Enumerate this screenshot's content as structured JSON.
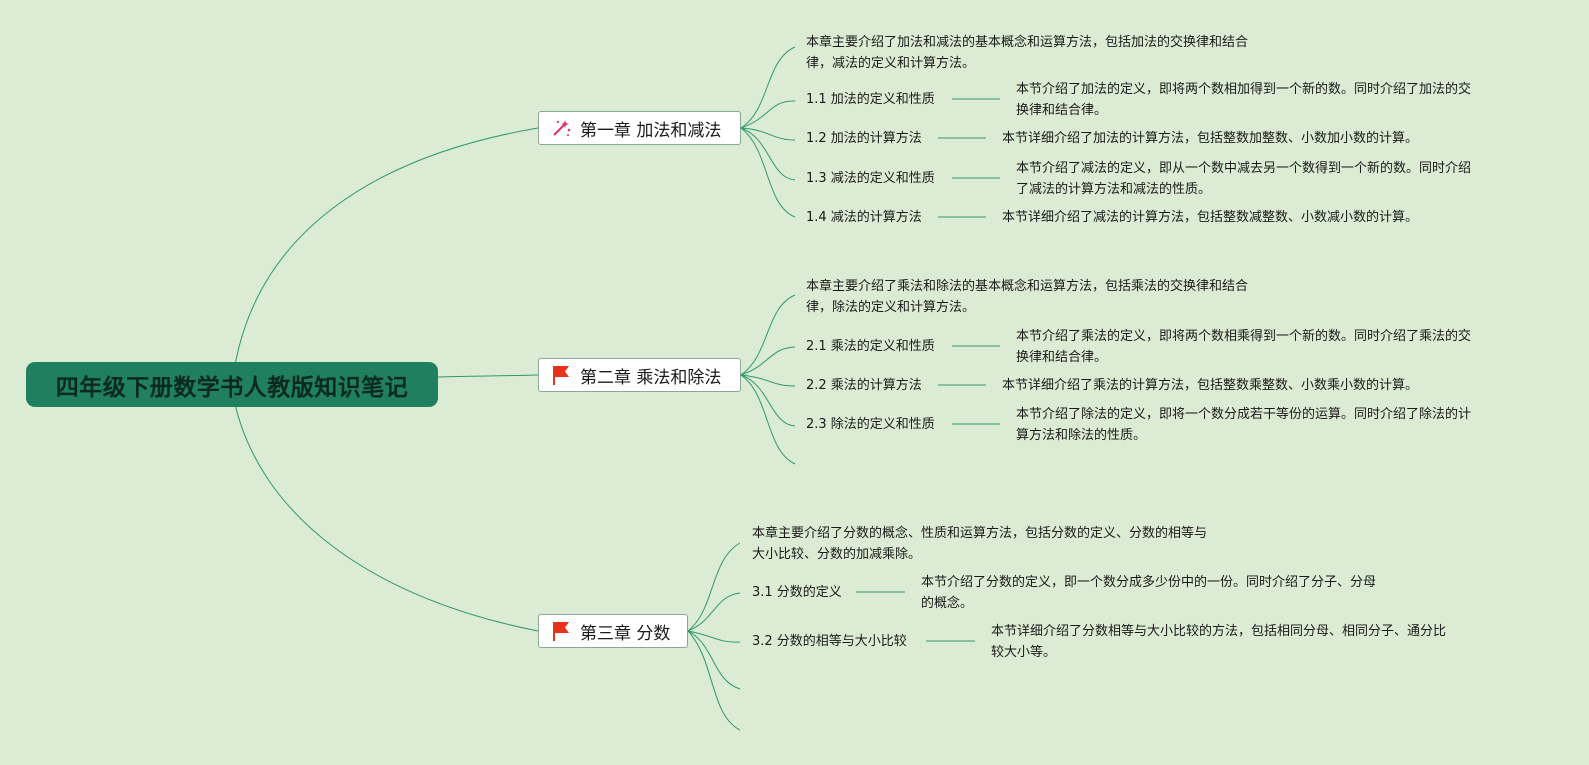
{
  "root": {
    "title": "四年级下册数学书人教版知识笔记"
  },
  "chapters": [
    {
      "title": "第一章 加法和减法",
      "icon": "sparkle-wand-icon",
      "summary": [
        "本章主要介绍了加法和减法的基本概念和运算方法，包括加法的交换律和结合",
        "律，减法的定义和计算方法。"
      ],
      "sections": [
        {
          "title": "1.1 加法的定义和性质",
          "desc": [
            "本节介绍了加法的定义，即将两个数相加得到一个新的数。同时介绍了加法的交",
            "换律和结合律。"
          ]
        },
        {
          "title": "1.2 加法的计算方法",
          "desc": [
            "本节详细介绍了加法的计算方法，包括整数加整数、小数加小数的计算。"
          ]
        },
        {
          "title": "1.3 减法的定义和性质",
          "desc": [
            "本节介绍了减法的定义，即从一个数中减去另一个数得到一个新的数。同时介绍",
            "了减法的计算方法和减法的性质。"
          ]
        },
        {
          "title": "1.4 减法的计算方法",
          "desc": [
            "本节详细介绍了减法的计算方法，包括整数减整数、小数减小数的计算。"
          ]
        }
      ]
    },
    {
      "title": "第二章 乘法和除法",
      "icon": "red-flag-icon",
      "summary": [
        "本章主要介绍了乘法和除法的基本概念和运算方法，包括乘法的交换律和结合",
        "律，除法的定义和计算方法。"
      ],
      "sections": [
        {
          "title": "2.1 乘法的定义和性质",
          "desc": [
            "本节介绍了乘法的定义，即将两个数相乘得到一个新的数。同时介绍了乘法的交",
            "换律和结合律。"
          ]
        },
        {
          "title": "2.2 乘法的计算方法",
          "desc": [
            "本节详细介绍了乘法的计算方法，包括整数乘整数、小数乘小数的计算。"
          ]
        },
        {
          "title": "2.3 除法的定义和性质",
          "desc": [
            "本节介绍了除法的定义，即将一个数分成若干等份的运算。同时介绍了除法的计",
            "算方法和除法的性质。"
          ]
        }
      ]
    },
    {
      "title": "第三章 分数",
      "icon": "red-flag-icon",
      "summary": [
        "本章主要介绍了分数的概念、性质和运算方法，包括分数的定义、分数的相等与",
        "大小比较、分数的加减乘除。"
      ],
      "sections": [
        {
          "title": "3.1 分数的定义",
          "desc": [
            "本节介绍了分数的定义，即一个数分成多少份中的一份。同时介绍了分子、分母",
            "的概念。"
          ]
        },
        {
          "title": "3.2 分数的相等与大小比较",
          "desc": [
            "本节详细介绍了分数相等与大小比较的方法，包括相同分母、相同分子、通分比",
            "较大小等。"
          ]
        }
      ]
    }
  ],
  "colors": {
    "background": "#dcebd3",
    "root_fill": "#1f7f5e",
    "line": "#2e9a6a",
    "flag": "#e8321e",
    "sparkle": "#e0306a"
  }
}
